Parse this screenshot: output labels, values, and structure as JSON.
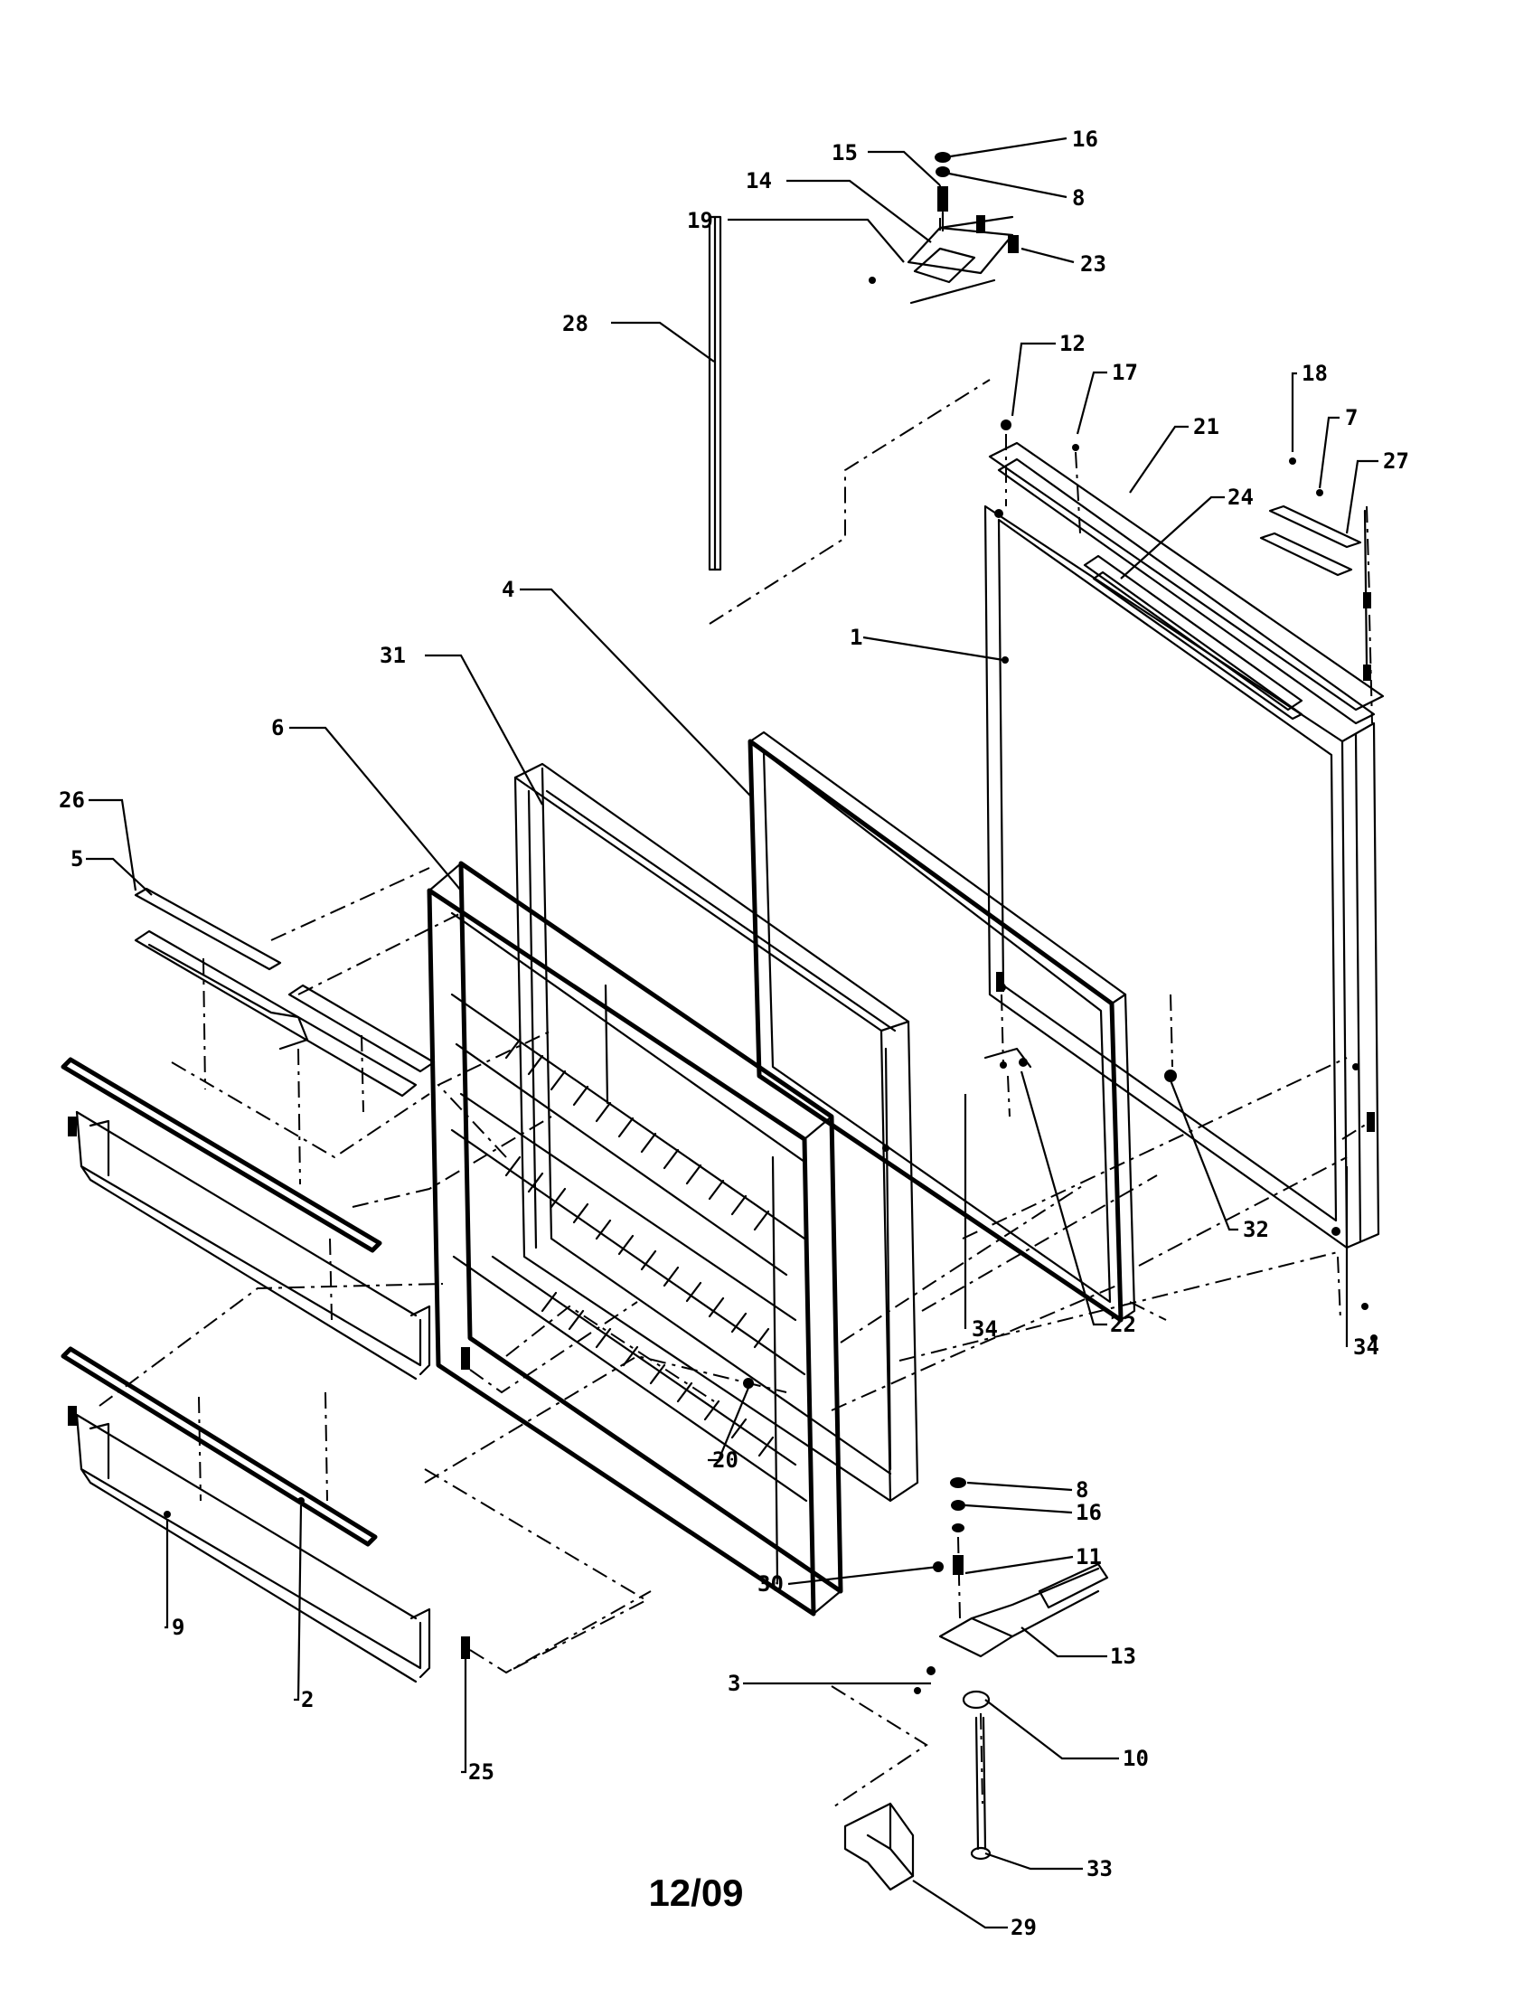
{
  "diagram": {
    "callouts": {
      "c1": "1",
      "c2": "2",
      "c3": "3",
      "c4": "4",
      "c5": "5",
      "c6": "6",
      "c7": "7",
      "c8a": "8",
      "c8b": "8",
      "c9": "9",
      "c10": "10",
      "c11": "11",
      "c12": "12",
      "c13": "13",
      "c14": "14",
      "c15": "15",
      "c16a": "16",
      "c16b": "16",
      "c17": "17",
      "c18": "18",
      "c19": "19",
      "c20": "20",
      "c21": "21",
      "c22": "22",
      "c23": "23",
      "c24": "24",
      "c25": "25",
      "c26": "26",
      "c27": "27",
      "c28": "28",
      "c29": "29",
      "c30": "30",
      "c31": "31",
      "c32": "32",
      "c33": "33",
      "c34a": "34",
      "c34b": "34"
    },
    "footer_date": "12/09"
  }
}
